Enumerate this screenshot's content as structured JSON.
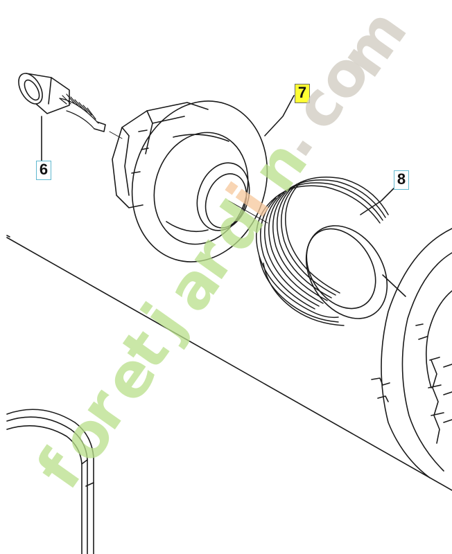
{
  "callouts": {
    "part6": "6",
    "part7": "7",
    "part8": "8"
  },
  "watermark": {
    "text_green": "foretjardin",
    "text_orange_dot_letter": "i",
    "text_grey": ".com",
    "colors": {
      "green": "#b9e08a",
      "orange": "#f6c79b",
      "grey": "#cfcabf"
    }
  },
  "colors": {
    "line": "#1a1a1a",
    "callout_border": "#5fb8cf",
    "highlight": "#ffff33"
  }
}
